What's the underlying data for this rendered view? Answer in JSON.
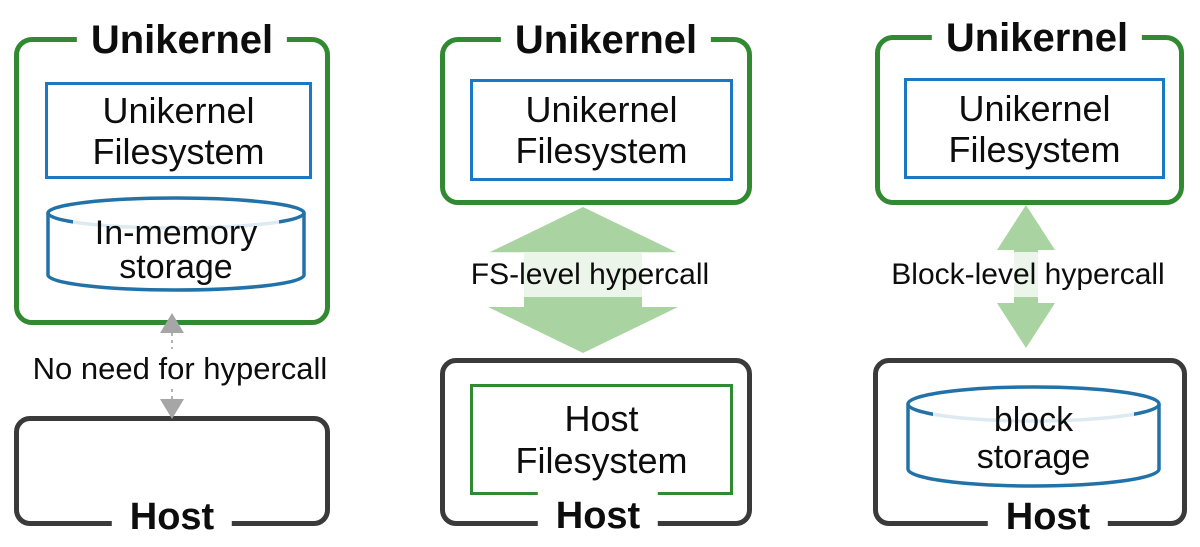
{
  "left": {
    "title": "Unikernel",
    "fs_line1": "Unikernel",
    "fs_line2": "Filesystem",
    "cylinder_line1": "In-memory",
    "cylinder_line2": "storage",
    "annotation": "No need for hypercall",
    "host_label": "Host"
  },
  "middle": {
    "title": "Unikernel",
    "fs_line1": "Unikernel",
    "fs_line2": "Filesystem",
    "annotation": "FS-level hypercall",
    "host_fs_line1": "Host",
    "host_fs_line2": "Filesystem",
    "host_label": "Host"
  },
  "right": {
    "title": "Unikernel",
    "fs_line1": "Unikernel",
    "fs_line2": "Filesystem",
    "annotation": "Block-level hypercall",
    "cylinder_line1": "block",
    "cylinder_line2": "storage",
    "host_label": "Host"
  },
  "colors": {
    "unikernel_border": "#318a31",
    "filesystem_border": "#1b78c4",
    "cylinder_stroke": "#2272a8",
    "host_border": "#3a3a3a",
    "hypercall_arrow_fill": "#a9d3a0",
    "no_hypercall_arrow_fill": "#a6a6a6",
    "text": "#0d0d0d"
  }
}
